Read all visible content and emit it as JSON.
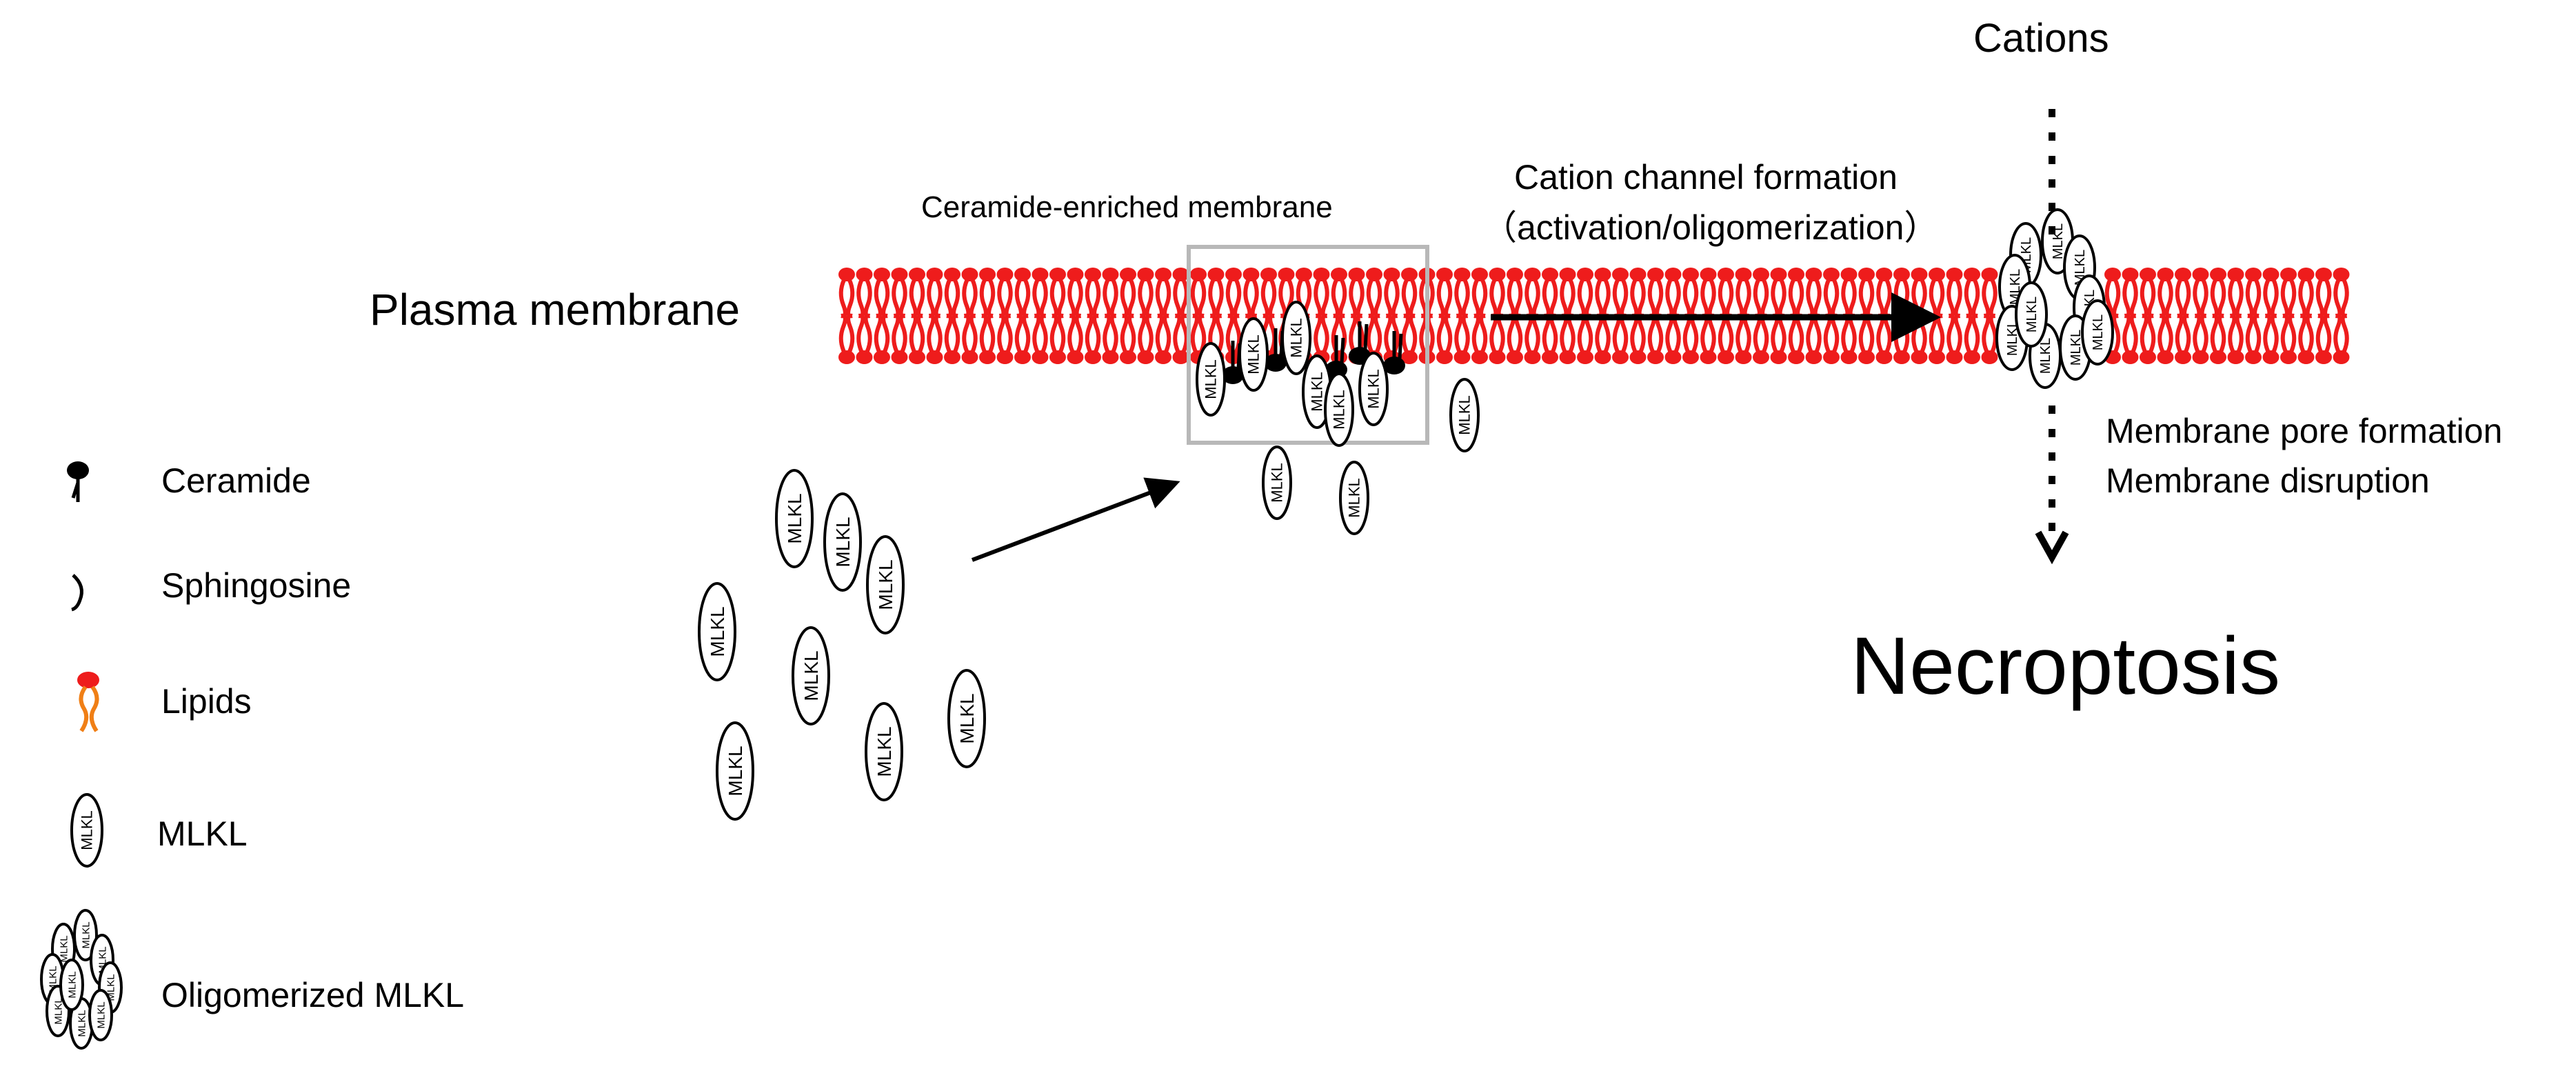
{
  "labels": {
    "cations": "Cations",
    "channel_line1": "Cation channel formation",
    "channel_line2": "（activation/oligomerization）",
    "ceramide_region": "Ceramide-enriched membrane",
    "plasma_membrane": "Plasma membrane",
    "pore_formation": "Membrane pore formation",
    "disruption": "Membrane disruption",
    "outcome": "Necroptosis",
    "protein": "MLKL"
  },
  "legend": [
    {
      "icon": "ceramide-icon",
      "label": "Ceramide"
    },
    {
      "icon": "sphingosine-icon",
      "label": "Sphingosine"
    },
    {
      "icon": "lipid-icon",
      "label": "Lipids"
    },
    {
      "icon": "mlkl-icon",
      "label": "MLKL"
    },
    {
      "icon": "oligomerized-mlkl-icon",
      "label": "Oligomerized MLKL"
    }
  ],
  "colors": {
    "lipid_head": "#ee1c1c",
    "lipid_tail_legend": "#f07f16",
    "ceramide": "#000000",
    "box": "#b8b8b8"
  }
}
